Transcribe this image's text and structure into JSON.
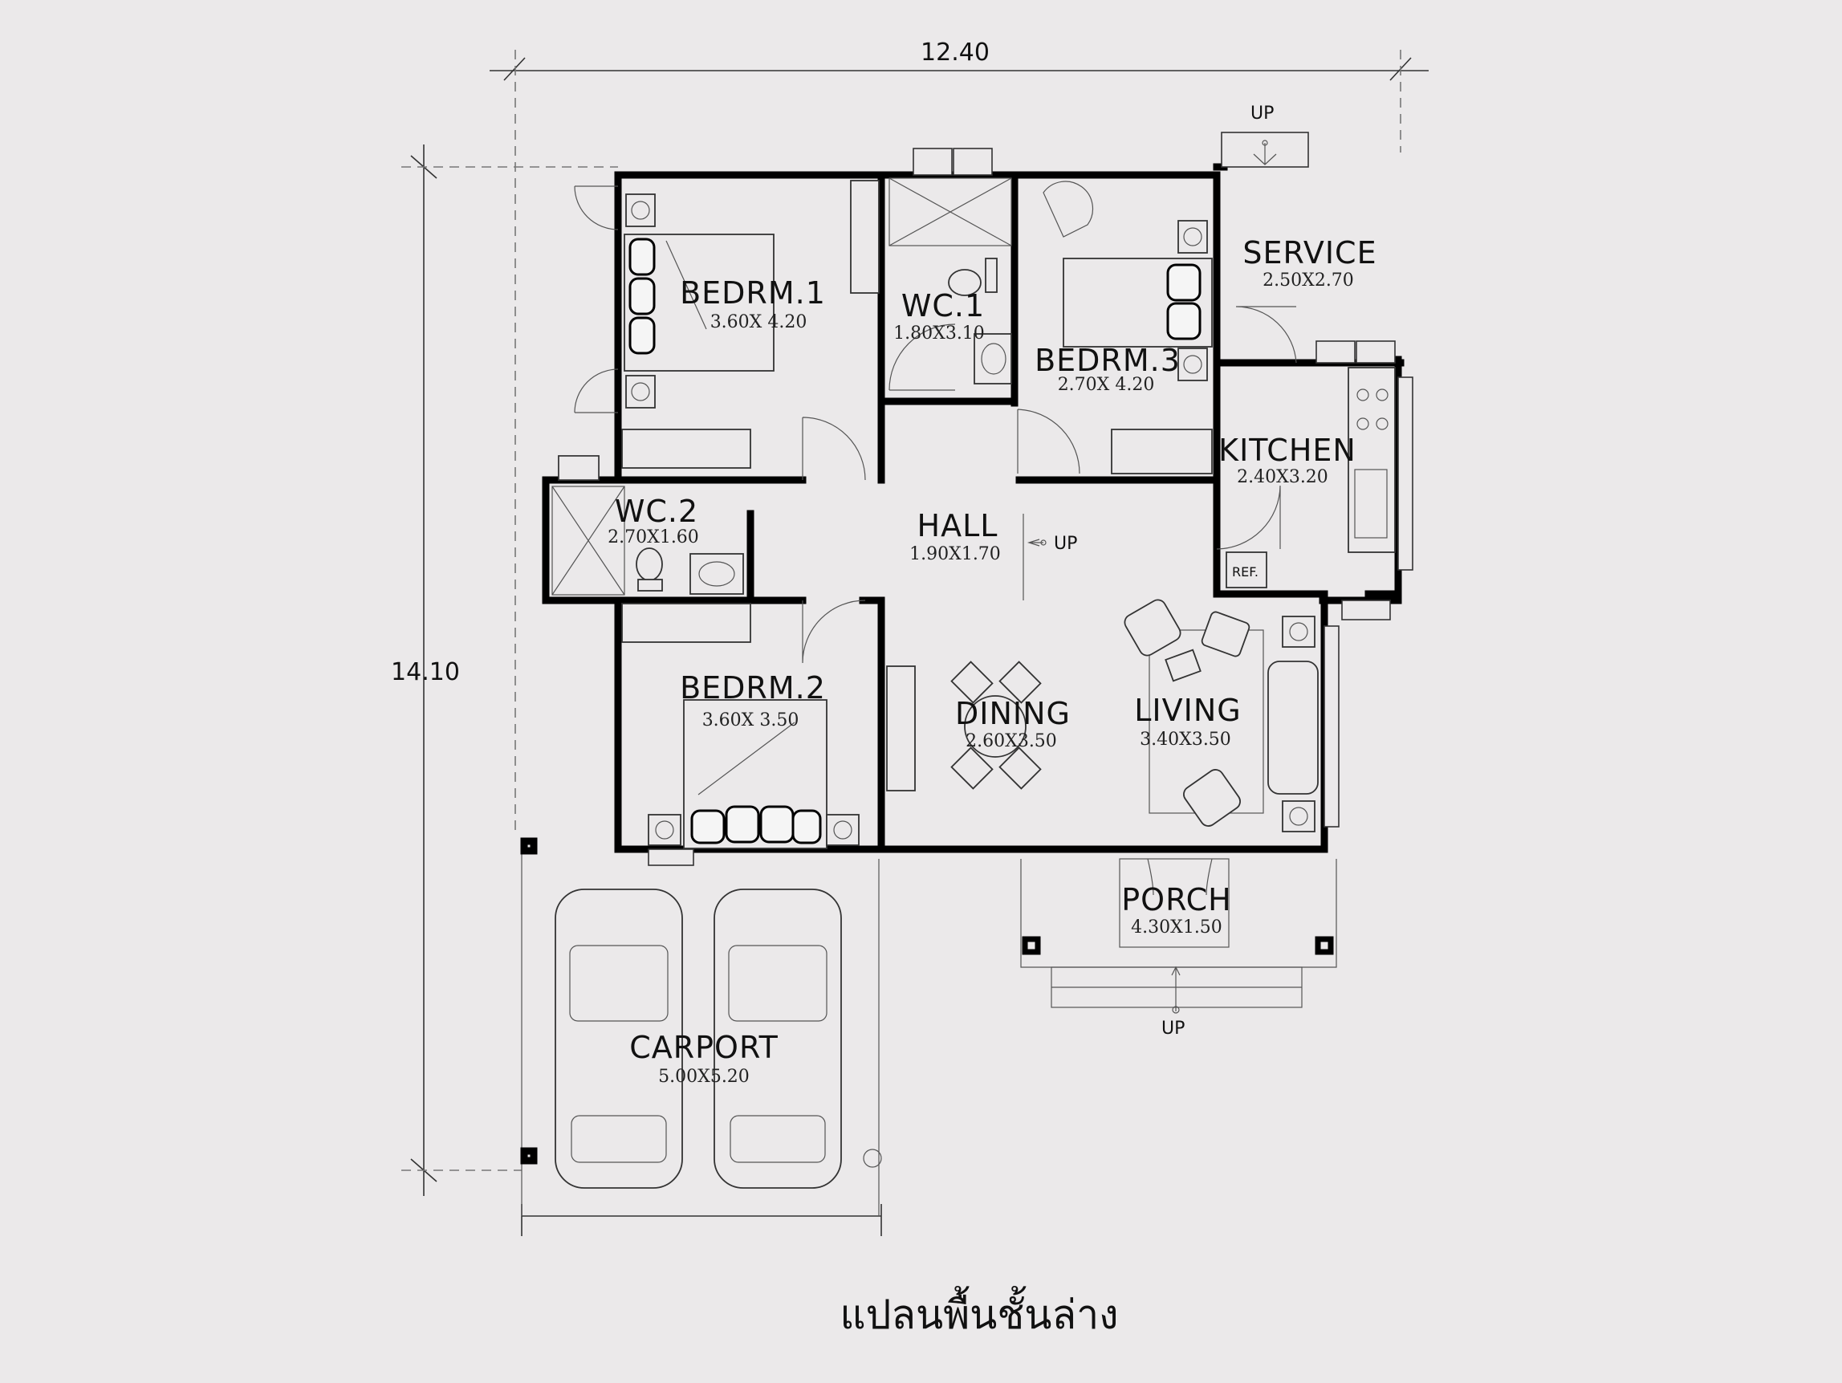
{
  "dimensions": {
    "width_total": "12.40",
    "height_total": "14.10"
  },
  "rooms": {
    "bedroom1": {
      "name": "BEDRM.1",
      "size": "3.60X 4.20"
    },
    "wc1": {
      "name": "WC.1",
      "size": "1.80X3.10"
    },
    "bedroom3": {
      "name": "BEDRM.3",
      "size": "2.70X 4.20"
    },
    "service": {
      "name": "SERVICE",
      "size": "2.50X2.70"
    },
    "kitchen": {
      "name": "KITCHEN",
      "size": "2.40X3.20"
    },
    "wc2": {
      "name": "WC.2",
      "size": "2.70X1.60"
    },
    "hall": {
      "name": "HALL",
      "size": "1.90X1.70"
    },
    "bedroom2": {
      "name": "BEDRM.2",
      "size": "3.60X 3.50"
    },
    "dining": {
      "name": "DINING",
      "size": "2.60X3.50"
    },
    "living": {
      "name": "LIVING",
      "size": "3.40X3.50"
    },
    "porch": {
      "name": "PORCH",
      "size": "4.30X1.50"
    },
    "carport": {
      "name": "CARPORT",
      "size": "5.00X5.20"
    }
  },
  "annotations": {
    "up_service": "UP",
    "up_hall": "UP",
    "up_porch": "UP",
    "fridge": "REF."
  },
  "caption": "แปลนพื้นชั้นล่าง"
}
